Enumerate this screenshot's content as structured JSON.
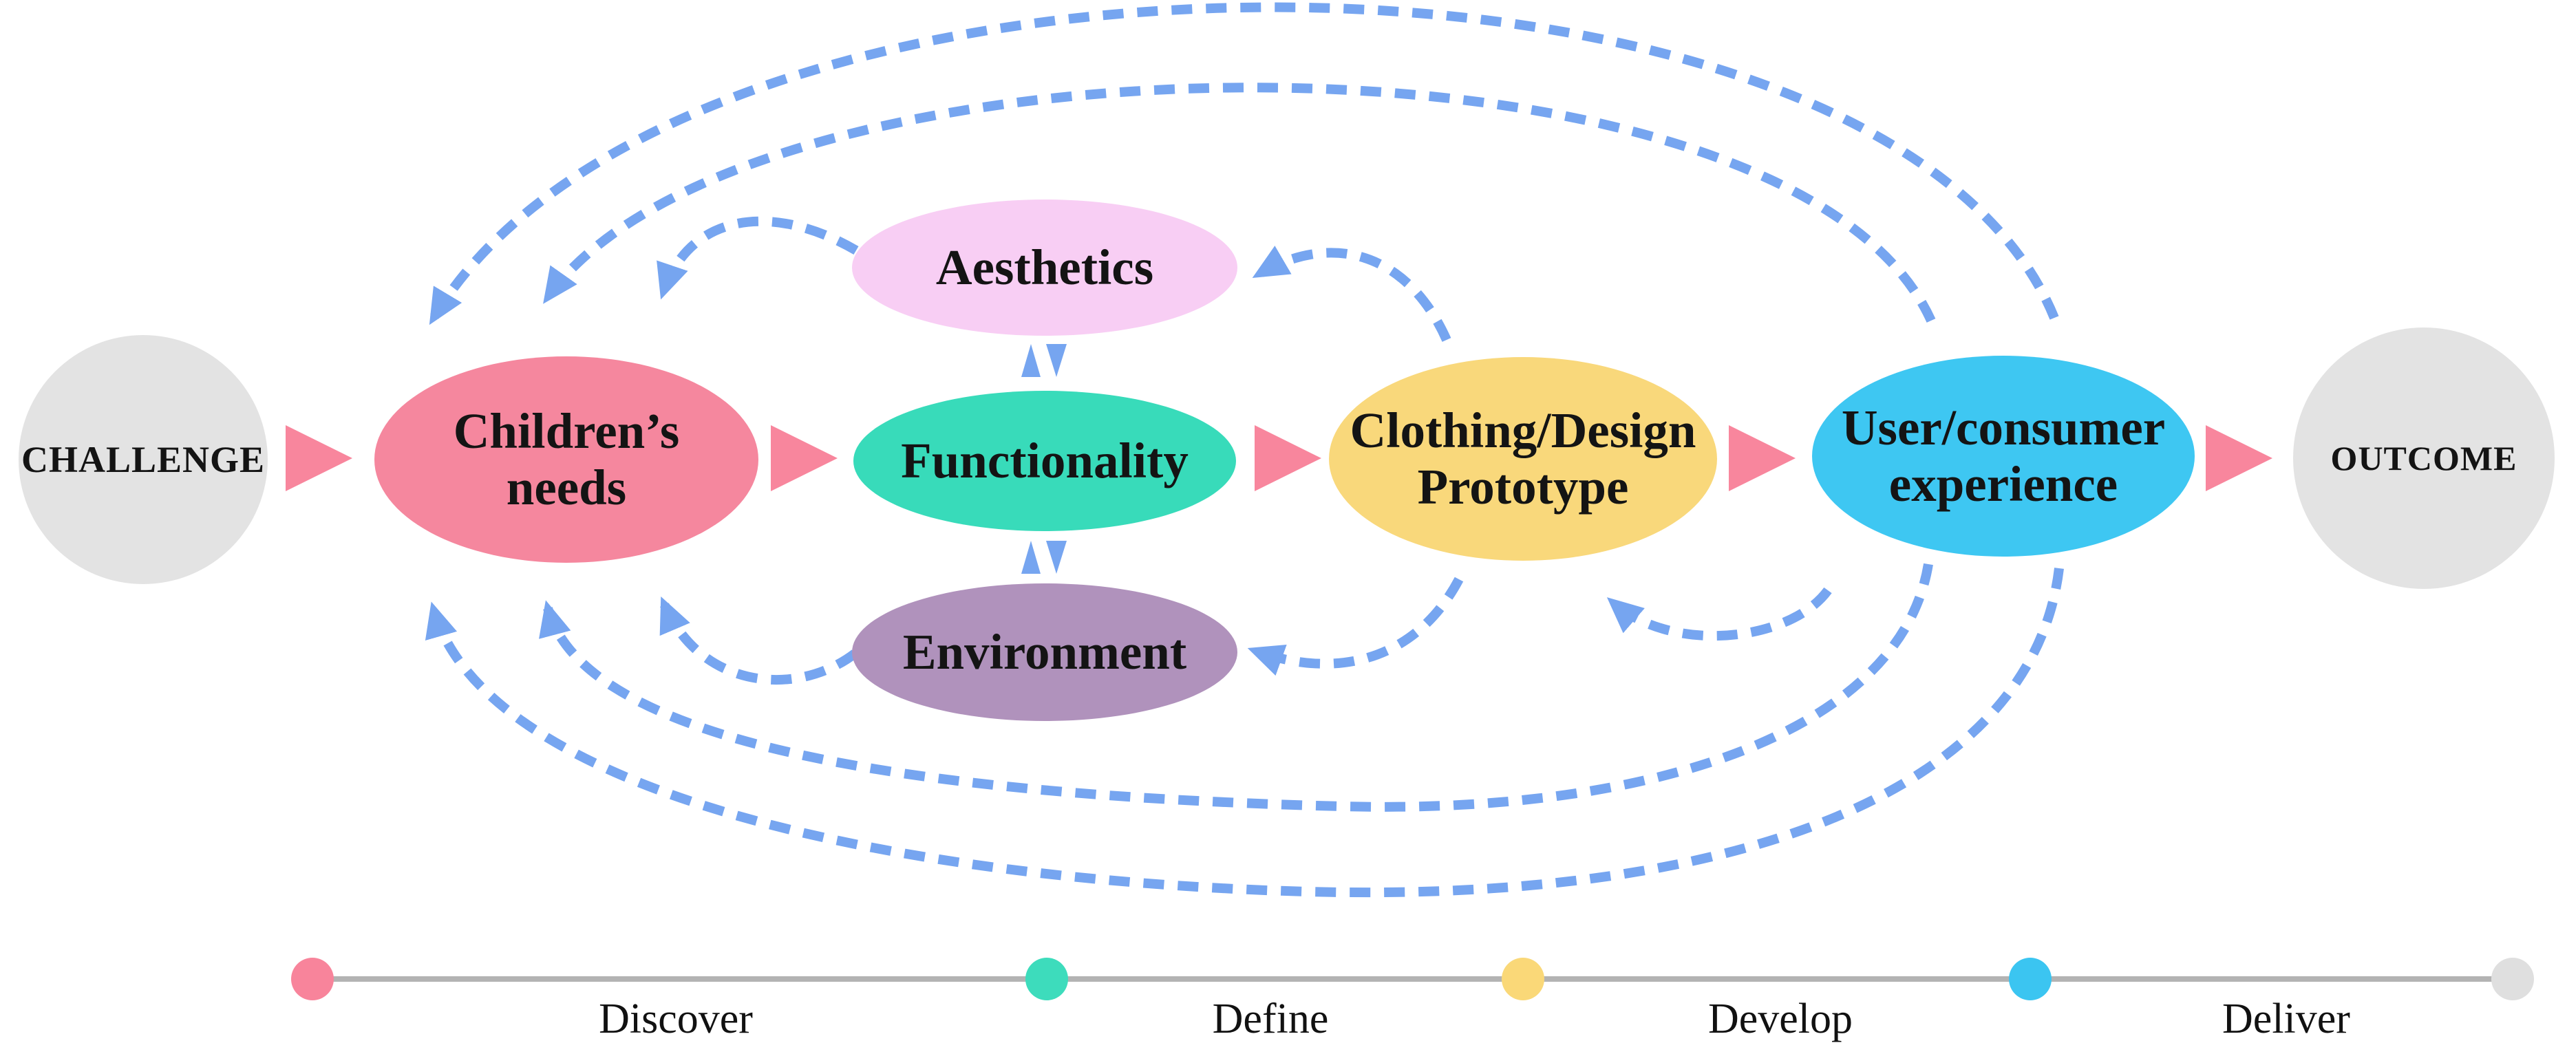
{
  "nodes": {
    "challenge": {
      "label": "CHALLENGE"
    },
    "childrens_needs": {
      "label": "Children’s\nneeds"
    },
    "aesthetics": {
      "label": "Aesthetics"
    },
    "functionality": {
      "label": "Functionality"
    },
    "environment": {
      "label": "Environment"
    },
    "clothing_prototype": {
      "label": "Clothing/Design\nPrototype"
    },
    "user_experience": {
      "label": "User/consumer\nexperience"
    },
    "outcome": {
      "label": "OUTCOME"
    }
  },
  "timeline": {
    "phases": [
      {
        "label": "Discover"
      },
      {
        "label": "Define"
      },
      {
        "label": "Develop"
      },
      {
        "label": "Deliver"
      }
    ]
  },
  "flow_sequence": [
    "CHALLENGE",
    "Children’s needs",
    "Functionality",
    "Clothing/Design Prototype",
    "User/consumer experience",
    "OUTCOME"
  ],
  "bidirectional_links": [
    [
      "Aesthetics",
      "Functionality"
    ],
    [
      "Functionality",
      "Environment"
    ]
  ],
  "feedback_loops": [
    {
      "from": "User/consumer experience",
      "to": "Children’s needs",
      "route": "over-top-outer"
    },
    {
      "from": "User/consumer experience",
      "to": "Children’s needs",
      "route": "over-top-inner"
    },
    {
      "from": "Aesthetics",
      "to": "Children’s needs",
      "route": "short-arc"
    },
    {
      "from": "Clothing/Design Prototype",
      "to": "Aesthetics",
      "route": "short-arc"
    },
    {
      "from": "User/consumer experience",
      "to": "Children’s needs",
      "route": "under-bottom-outer"
    },
    {
      "from": "User/consumer experience",
      "to": "Children’s needs",
      "route": "under-bottom-inner"
    },
    {
      "from": "Environment",
      "to": "Children’s needs",
      "route": "short-arc"
    },
    {
      "from": "Clothing/Design Prototype",
      "to": "Environment",
      "route": "short-arc"
    },
    {
      "from": "User/consumer experience",
      "to": "Clothing/Design Prototype",
      "route": "short-arc"
    }
  ],
  "colors": {
    "challenge_fill": "#E3E3E3",
    "challenge_ring": "#F897AB",
    "childrens_needs": "#F5879E",
    "aesthetics": "#F8CEF4",
    "functionality": "#38DBBA",
    "environment": "#B092BC",
    "clothing_prototype": "#F9D87B",
    "user_experience": "#3EC7F2",
    "outcome_fill": "#E3E3E3",
    "outcome_ring": "#F897AB",
    "flow_arrow": "#F8869D",
    "feedback_arrow": "#76A5F0",
    "timeline_line": "#B3B3B3",
    "timeline_dot_discover": "#F8849B",
    "timeline_dot_define": "#3DDCBC",
    "timeline_dot_develop": "#FAD878",
    "timeline_dot_deliver": "#3BC5F1",
    "timeline_dot_end": "#DFDFDF"
  }
}
